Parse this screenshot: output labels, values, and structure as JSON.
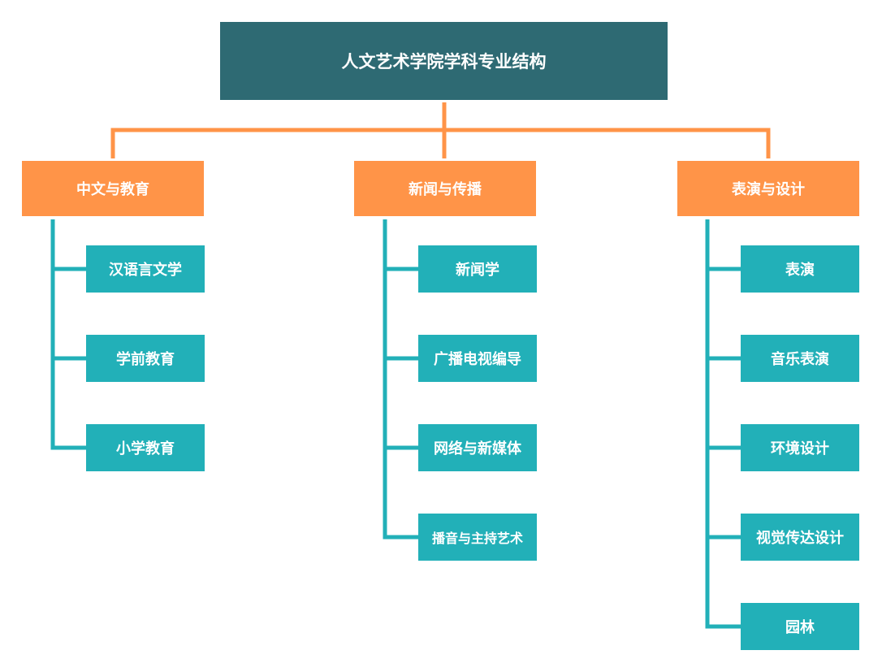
{
  "root": {
    "title": "人文艺术学院学科专业结构"
  },
  "categories": [
    {
      "label": "中文与教育",
      "majors": [
        "汉语言文学",
        "学前教育",
        "小学教育"
      ]
    },
    {
      "label": "新闻与传播",
      "majors": [
        "新闻学",
        "广播电视编导",
        "网络与新媒体",
        "播音与主持艺术"
      ]
    },
    {
      "label": "表演与设计",
      "majors": [
        "表演",
        "音乐表演",
        "环境设计",
        "视觉传达设计",
        "园林"
      ]
    }
  ],
  "colors": {
    "root": "#2e6a73",
    "category": "#ff9448",
    "major": "#22b0b8",
    "connector_top": "#ff9448",
    "connector_branch": "#22b0b8"
  }
}
